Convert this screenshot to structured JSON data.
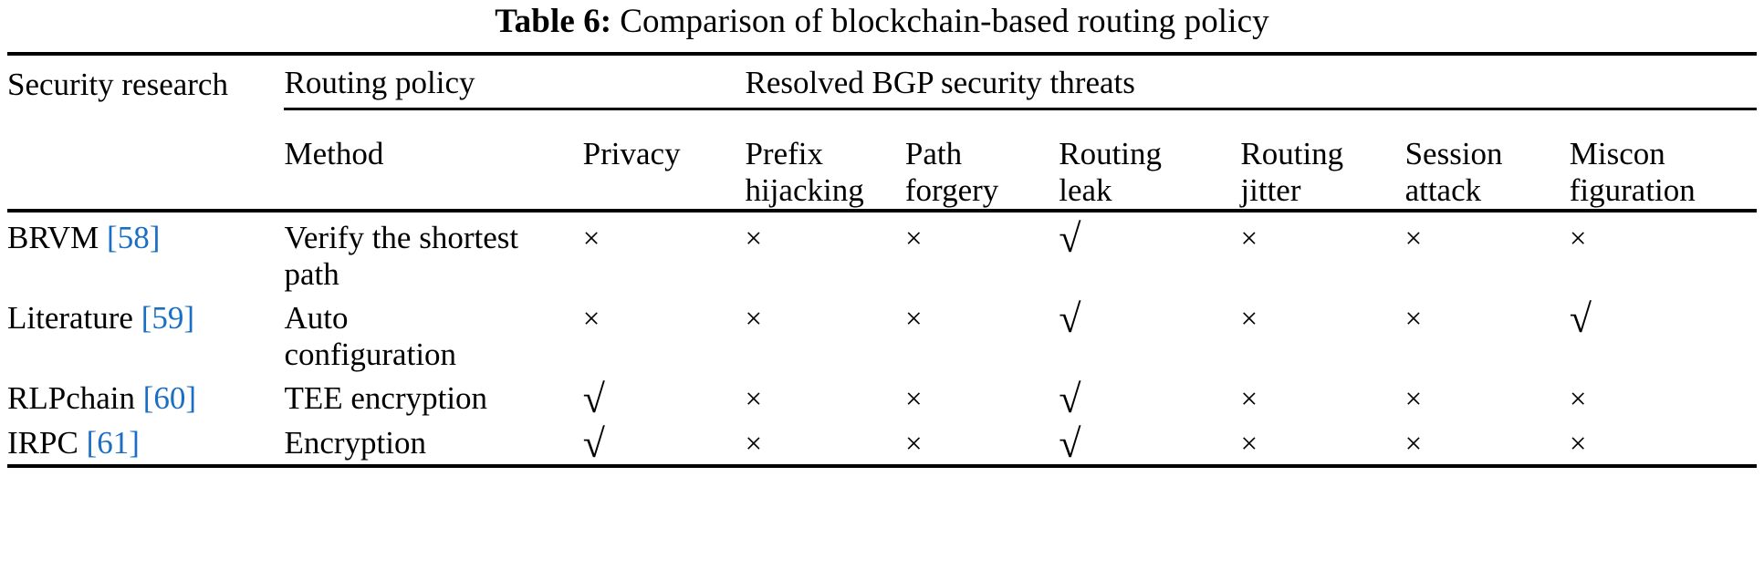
{
  "caption": {
    "label": "Table 6:",
    "text": "Comparison of blockchain-based routing policy"
  },
  "symbols": {
    "yes": "√",
    "no": "×"
  },
  "colors": {
    "citation": "#1a6fc4",
    "rule": "#000000",
    "text": "#000000",
    "background": "#ffffff"
  },
  "table": {
    "group_headers": [
      {
        "label": "",
        "span": 1,
        "rule": false
      },
      {
        "label": "Routing policy",
        "span": 2,
        "rule": true
      },
      {
        "label": "Resolved BGP security threats",
        "span": 6,
        "rule": true
      }
    ],
    "columns": [
      {
        "key": "research",
        "line1": "Security research",
        "line2": ""
      },
      {
        "key": "method",
        "line1": "Method",
        "line2": ""
      },
      {
        "key": "privacy",
        "line1": "Privacy",
        "line2": ""
      },
      {
        "key": "prefix",
        "line1": "Prefix",
        "line2": "hijacking"
      },
      {
        "key": "path",
        "line1": "Path",
        "line2": "forgery"
      },
      {
        "key": "leak",
        "line1": "Routing",
        "line2": "leak"
      },
      {
        "key": "jitter",
        "line1": "Routing",
        "line2": "jitter"
      },
      {
        "key": "session",
        "line1": "Session",
        "line2": "attack"
      },
      {
        "key": "miscon",
        "line1": "Miscon",
        "line2": "figuration"
      }
    ],
    "rows": [
      {
        "research_name": "BRVM",
        "research_cite": "[58]",
        "method_line1": "Verify the shortest",
        "method_line2": "path",
        "privacy": "×",
        "prefix": "×",
        "path": "×",
        "leak": "√",
        "jitter": "×",
        "session": "×",
        "miscon": "×"
      },
      {
        "research_name": "Literature",
        "research_cite": "[59]",
        "method_line1": "Auto",
        "method_line2": "configuration",
        "privacy": "×",
        "prefix": "×",
        "path": "×",
        "leak": "√",
        "jitter": "×",
        "session": "×",
        "miscon": "√"
      },
      {
        "research_name": "RLPchain",
        "research_cite": "[60]",
        "method_line1": "TEE encryption",
        "method_line2": "",
        "privacy": "√",
        "prefix": "×",
        "path": "×",
        "leak": "√",
        "jitter": "×",
        "session": "×",
        "miscon": "×"
      },
      {
        "research_name": "IRPC",
        "research_cite": "[61]",
        "method_line1": "Encryption",
        "method_line2": "",
        "privacy": "√",
        "prefix": "×",
        "path": "×",
        "leak": "√",
        "jitter": "×",
        "session": "×",
        "miscon": "×"
      }
    ]
  }
}
